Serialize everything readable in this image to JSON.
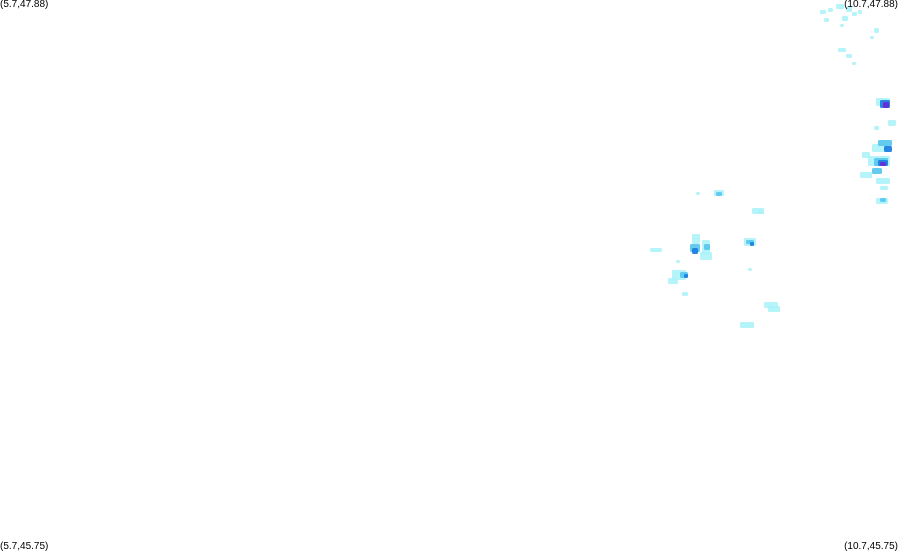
{
  "corners": {
    "top_left": "(5.7,47.88)",
    "top_right": "(10.7,47.88)",
    "bottom_left": "(5.7,45.75)",
    "bottom_right": "(10.7,45.75)"
  },
  "palette": {
    "background": "#ffffff",
    "light": "#a8f2f8",
    "medium": "#5cc8ef",
    "strong": "#1f7fe0",
    "intense": "#6a2bd6",
    "label_text": "#000000"
  }
}
